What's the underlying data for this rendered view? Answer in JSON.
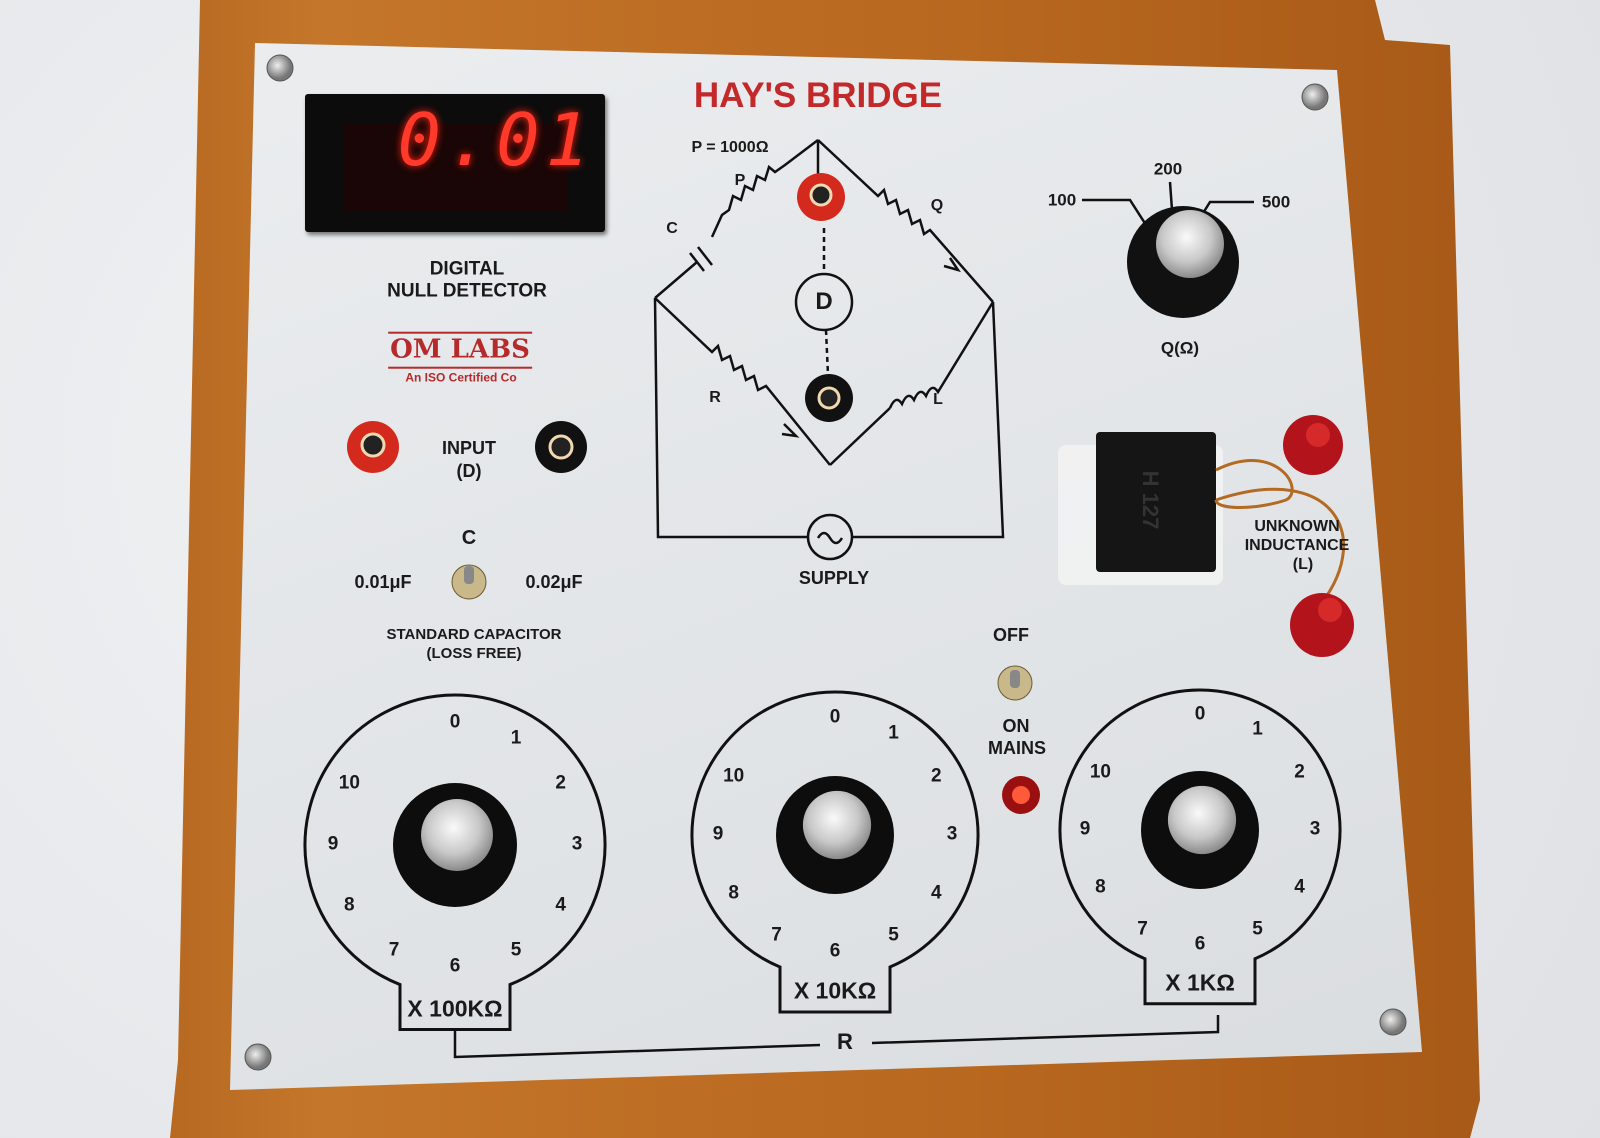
{
  "title": "HAY'S BRIDGE",
  "display": {
    "value": "0.01",
    "label_line1": "DIGITAL",
    "label_line2": "NULL DETECTOR"
  },
  "logo": {
    "name": "OM LABS",
    "tagline": "An ISO Certified Co"
  },
  "input": {
    "label_line1": "INPUT",
    "label_line2": "(D)"
  },
  "capacitor": {
    "label": "C",
    "left_option": "0.01μF",
    "right_option": "0.02μF",
    "caption_line1": "STANDARD CAPACITOR",
    "caption_line2": "(LOSS FREE)"
  },
  "circuit": {
    "p_value": "P = 1000Ω",
    "p": "P",
    "q": "Q",
    "c": "C",
    "r": "R",
    "l": "L",
    "d": "D",
    "supply": "SUPPLY"
  },
  "q_knob": {
    "options": [
      "100",
      "200",
      "500"
    ],
    "label": "Q(Ω)"
  },
  "inductor": {
    "label_line1": "UNKNOWN",
    "label_line2": "INDUCTANCE",
    "label_line3": "(L)",
    "marking": "H 127"
  },
  "mains": {
    "off": "OFF",
    "on_line1": "ON",
    "on_line2": "MAINS"
  },
  "dials": [
    {
      "label": "X 100KΩ",
      "numbers": [
        "0",
        "1",
        "2",
        "3",
        "4",
        "5",
        "6",
        "7",
        "8",
        "9",
        "10"
      ]
    },
    {
      "label": "X 10KΩ",
      "numbers": [
        "0",
        "1",
        "2",
        "3",
        "4",
        "5",
        "6",
        "7",
        "8",
        "9",
        "10"
      ]
    },
    {
      "label": "X 1KΩ",
      "numbers": [
        "0",
        "1",
        "2",
        "3",
        "4",
        "5",
        "6",
        "7",
        "8",
        "9",
        "10"
      ]
    }
  ],
  "r_bracket": "R",
  "colors": {
    "title": "#c3282b",
    "wood": "#b8681f",
    "panel": "#e4e6e8",
    "led": "#ff3a2a"
  }
}
